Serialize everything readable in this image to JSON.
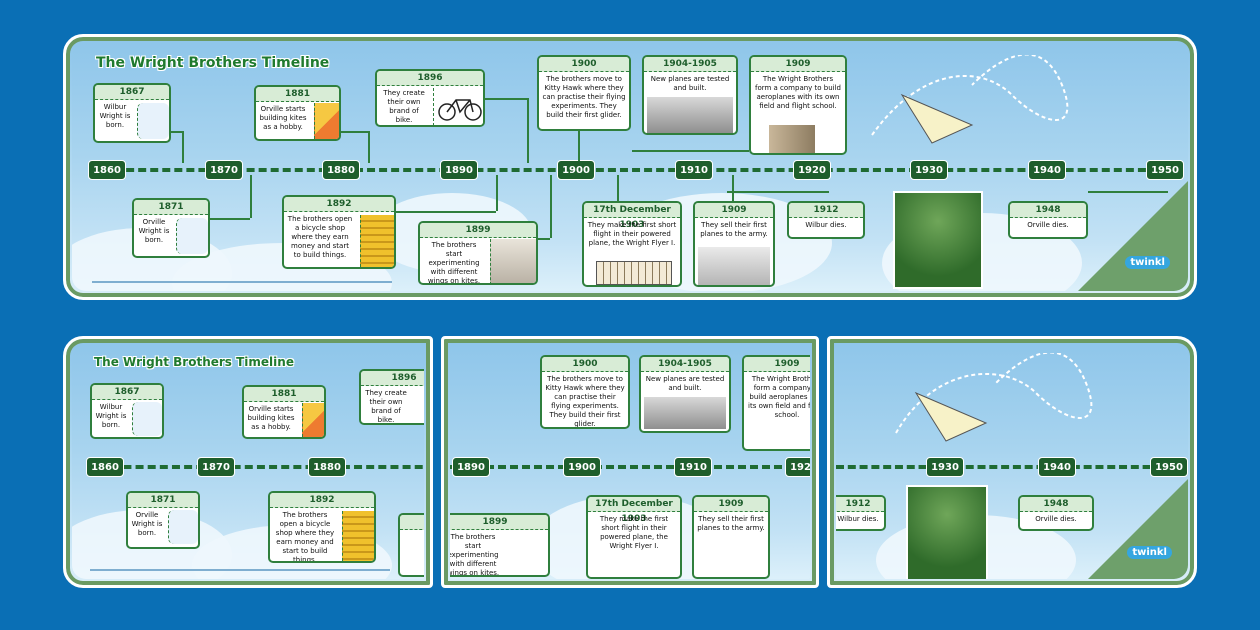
{
  "title": "The Wright Brothers Timeline",
  "brand": "twinkl",
  "years": [
    "1860",
    "1870",
    "1880",
    "1890",
    "1900",
    "1910",
    "1920",
    "1930",
    "1940",
    "1950"
  ],
  "events": {
    "e1867": {
      "year": "1867",
      "text": "Wilbur Wright is born."
    },
    "e1871": {
      "year": "1871",
      "text": "Orville Wright is born."
    },
    "e1881": {
      "year": "1881",
      "text": "Orville starts building kites as a hobby."
    },
    "e1892": {
      "year": "1892",
      "text": "The brothers open a bicycle shop where they earn money and start to build things."
    },
    "e1896": {
      "year": "1896",
      "text": "They create their own brand of bike."
    },
    "e1899": {
      "year": "1899",
      "text": "The brothers start experimenting with different wings on kites."
    },
    "e1900": {
      "year": "1900",
      "text": "The brothers move to Kitty Hawk where they can practise their flying experiments. They build their first glider."
    },
    "e1903": {
      "year": "17th December 1903",
      "text": "They make the first short flight in their powered plane, the Wright Flyer I."
    },
    "e1904": {
      "year": "1904-1905",
      "text": "New planes are tested and built."
    },
    "e1909a": {
      "year": "1909",
      "text": "They sell their first planes to the army."
    },
    "e1909b": {
      "year": "1909",
      "text": "The Wright Brothers form a company to build aeroplanes with its own field and flight school."
    },
    "e1912": {
      "year": "1912",
      "text": "Wilbur dies."
    },
    "e1948": {
      "year": "1948",
      "text": "Orville dies."
    }
  },
  "icons": [
    "baby-icon",
    "kite-icon",
    "bicycle-icon",
    "coins-icon",
    "brothers-photo",
    "glider-icon",
    "flyer-photo",
    "army-plane-photo",
    "stereo-photo",
    "grave-photo",
    "paper-plane-icon"
  ],
  "colors": {
    "background": "#0a6fb5",
    "accent": "#1e5e2c",
    "sky": "#a9d5f0"
  }
}
